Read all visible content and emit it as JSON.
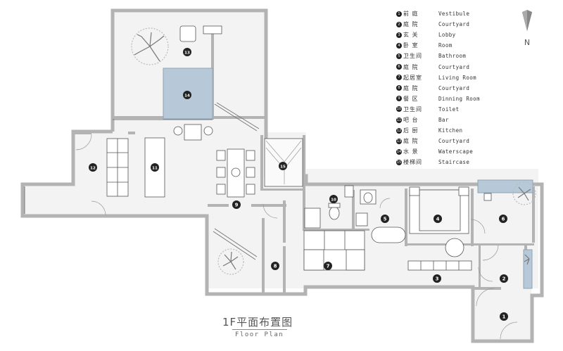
{
  "title": {
    "cn": "1F平面布置图",
    "en": "Floor Plan"
  },
  "compass": {
    "label": "N"
  },
  "colors": {
    "wall": "#b3b3b3",
    "floor": "#f2f2f2",
    "water": "#b7c9d8",
    "ink": "#222222"
  },
  "legend": [
    {
      "num": "1",
      "cn": "前 庭",
      "en": "Vestibule"
    },
    {
      "num": "2",
      "cn": "庭 院",
      "en": "Courtyard"
    },
    {
      "num": "3",
      "cn": "玄 关",
      "en": "Lobby"
    },
    {
      "num": "4",
      "cn": "卧 室",
      "en": "Room"
    },
    {
      "num": "5",
      "cn": "卫生间",
      "en": "Bathroom"
    },
    {
      "num": "6",
      "cn": "庭 院",
      "en": "Courtyard"
    },
    {
      "num": "7",
      "cn": "起居室",
      "en": "Living Room"
    },
    {
      "num": "8",
      "cn": "庭 院",
      "en": "Courtyard"
    },
    {
      "num": "9",
      "cn": "餐 区",
      "en": "Dinning Room"
    },
    {
      "num": "10",
      "cn": "卫生间",
      "en": "Toilet"
    },
    {
      "num": "11",
      "cn": "吧 台",
      "en": "Bar"
    },
    {
      "num": "12",
      "cn": "后 厨",
      "en": "Kitchen"
    },
    {
      "num": "13",
      "cn": "庭 院",
      "en": "Courtyard"
    },
    {
      "num": "14",
      "cn": "水 景",
      "en": "Waterscape"
    },
    {
      "num": "15",
      "cn": "楼梯间",
      "en": "Staircase"
    }
  ],
  "room_markers": [
    {
      "num": "1"
    },
    {
      "num": "2"
    },
    {
      "num": "3"
    },
    {
      "num": "4"
    },
    {
      "num": "5"
    },
    {
      "num": "6"
    },
    {
      "num": "7"
    },
    {
      "num": "8"
    },
    {
      "num": "9"
    },
    {
      "num": "10"
    },
    {
      "num": "11"
    },
    {
      "num": "12"
    },
    {
      "num": "13"
    },
    {
      "num": "14"
    },
    {
      "num": "15"
    }
  ]
}
